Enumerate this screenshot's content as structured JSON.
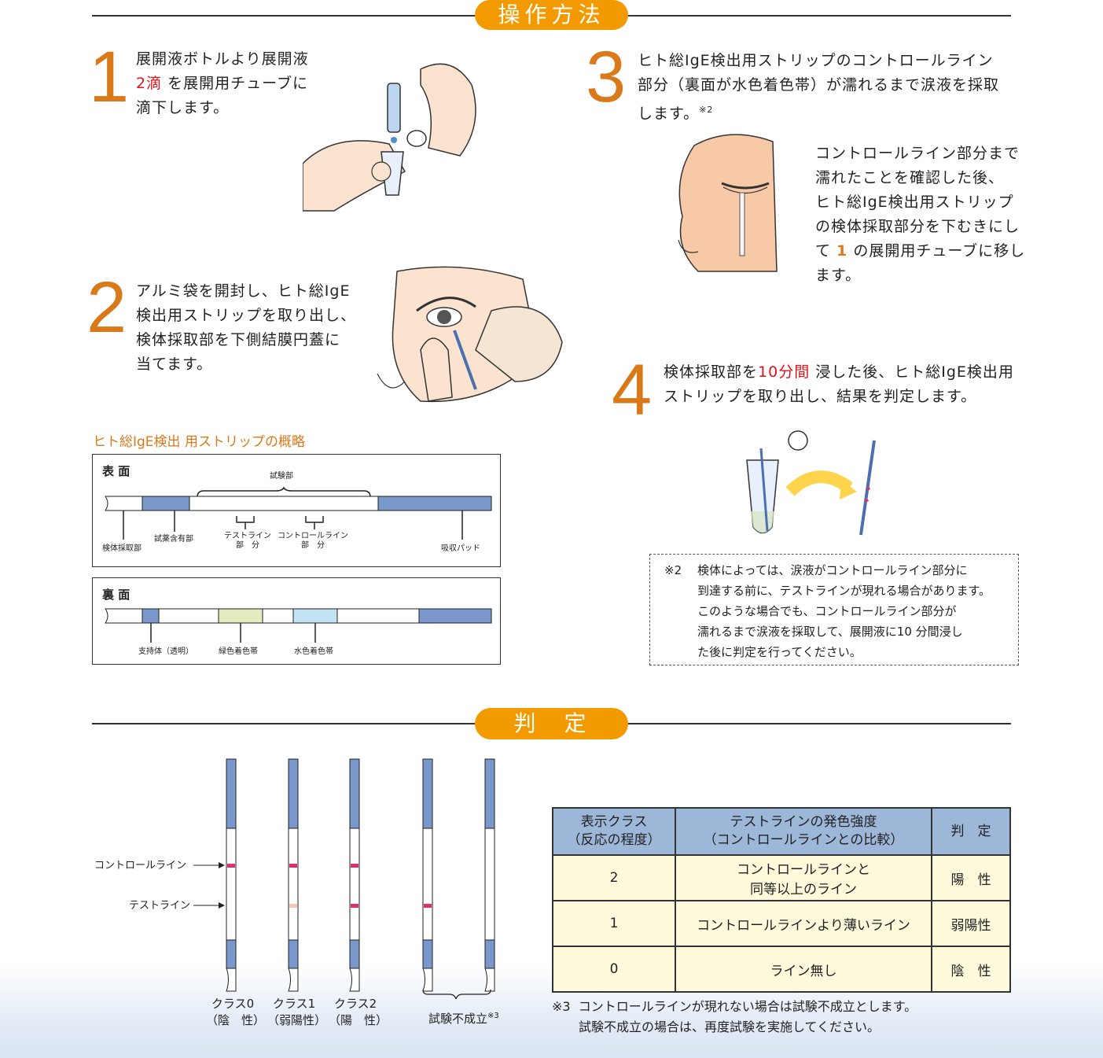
{
  "section1": {
    "title": "操作方法"
  },
  "steps": {
    "s1": {
      "num": "1",
      "l1": "展開液ボトルより展開液",
      "l2a": "2滴",
      "l2b": " を展開用チューブに",
      "l3": "滴下します。"
    },
    "s2": {
      "num": "2",
      "l1": "アルミ袋を開封し、ヒト総IgE",
      "l2": "検出用ストリップを取り出し、",
      "l3": "検体採取部を下側結膜円蓋に",
      "l4": "当てます。"
    },
    "s3": {
      "num": "3",
      "l1": "ヒト総IgE検出用ストリップのコントロールライン",
      "l2": "部分（裏面が水色着色帯）が濡れるまで涙液を採取",
      "l3": "します。",
      "l3sup": "※2",
      "sub1": "コントロールライン部分まで",
      "sub2": "濡れたことを確認した後、",
      "sub3": "ヒト総IgE検出用ストリップ",
      "sub4": "の検体採取部分を下むきにし",
      "sub5a": "て ",
      "sub5b": "1",
      "sub5c": " の展開用チューブに移し",
      "sub6": "ます。"
    },
    "s4": {
      "num": "4",
      "l1a": "検体採取部を",
      "l1b": "10分間",
      "l1c": "  浸した後、ヒト総IgE検出用",
      "l2": "ストリップを取り出し、結果を判定します。"
    }
  },
  "overview": {
    "title": "ヒト総IgE検出 用ストリップの概略",
    "front": {
      "heading": "表 面",
      "test_area": "試験部",
      "sample": "検体採取部",
      "reagent": "試薬含有部",
      "test_line": "テストライン",
      "test_line2": "部　分",
      "control_line": "コントロールライン",
      "control_line2": "部　分",
      "pad": "吸収パッド"
    },
    "back": {
      "heading": "裏 面",
      "support": "支持体（透明）",
      "green": "緑色着色帯",
      "blue": "水色着色帯"
    }
  },
  "note2": {
    "mark": "※2",
    "l1": "検体によっては、涙液がコントロールライン部分に",
    "l2": "到達する前に、テストラインが現れる場合があります。",
    "l3": "このような場合でも、コントロールライン部分が",
    "l4": "濡れるまで涙液を採取して、展開液に10 分間浸し",
    "l5": "た後に判定を行ってください。"
  },
  "section2": {
    "title": "判　定"
  },
  "judge_diagram": {
    "control_label": "コントロールライン",
    "test_label": "テストライン",
    "strips": [
      {
        "cap1": "クラス0",
        "cap2": "（陰　性）",
        "control": true,
        "test": "none"
      },
      {
        "cap1": "クラス1",
        "cap2": "（弱陽性）",
        "control": true,
        "test": "weak"
      },
      {
        "cap1": "クラス2",
        "cap2": "（陽　性）",
        "control": true,
        "test": "strong"
      },
      {
        "control": false,
        "test": "strong"
      },
      {
        "control": false,
        "test": "none"
      }
    ],
    "invalid_caption": "試験不成立",
    "invalid_sup": "※3"
  },
  "table": {
    "headers": [
      {
        "l1": "表示クラス",
        "l2": "（反応の程度）"
      },
      {
        "l1": "テストラインの発色強度",
        "l2": "（コントロールラインとの比較）"
      },
      {
        "l1": "判　定",
        "l2": ""
      }
    ],
    "rows": [
      {
        "cls": "2",
        "desc1": "コントロールラインと",
        "desc2": "同等以上のライン",
        "result": "陽　性"
      },
      {
        "cls": "1",
        "desc1": "コントロールラインより薄いライン",
        "desc2": "",
        "result": "弱陽性"
      },
      {
        "cls": "0",
        "desc1": "ライン無し",
        "desc2": "",
        "result": "陰　性"
      }
    ]
  },
  "note3": {
    "mark": "※3",
    "l1": "コントロールラインが現れない場合は試験不成立とします。",
    "l2": "試験不成立の場合は、再度試験を実施してください。"
  },
  "colors": {
    "accent": "#f39a00",
    "step_number": "#d9791a",
    "strip_blue": "#7b98cc",
    "line_red": "#e0306a"
  }
}
